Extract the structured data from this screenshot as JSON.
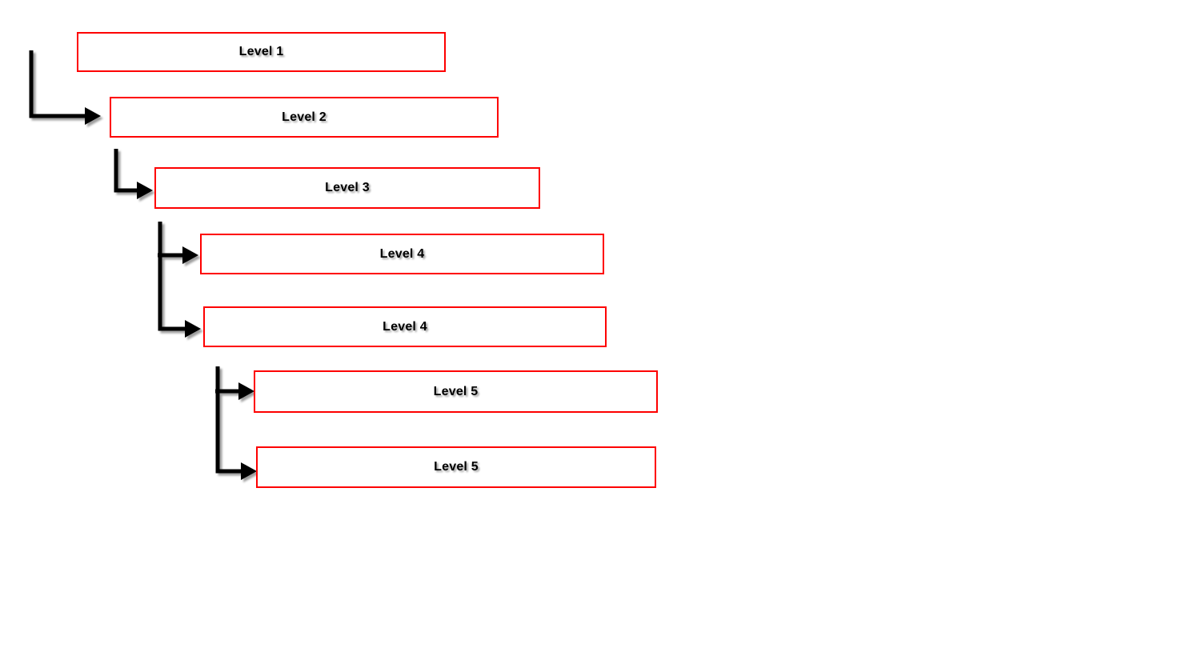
{
  "diagram": {
    "type": "hierarchy",
    "background_color": "#ffffff",
    "box_border_color": "#fe0000",
    "box_fill_color": "#ffffff",
    "label_color": "#000000",
    "connector_color": "#000000",
    "nodes": [
      {
        "label": "Level 1",
        "level": 1
      },
      {
        "label": "Level 2",
        "level": 2
      },
      {
        "label": "Level 3",
        "level": 3
      },
      {
        "label": "Level 4",
        "level": 4
      },
      {
        "label": "Level 4",
        "level": 4
      },
      {
        "label": "Level 5",
        "level": 5
      },
      {
        "label": "Level 5",
        "level": 5
      }
    ]
  }
}
